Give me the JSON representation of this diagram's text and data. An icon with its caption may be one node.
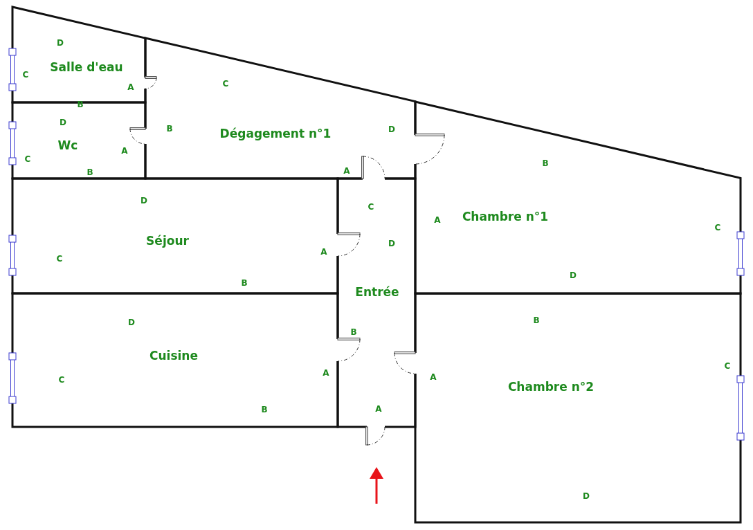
{
  "diagram": {
    "nodes": [
      {
        "text": [
          "Salle d'eau"
        ]
      },
      {
        "text": [
          "Wc"
        ]
      },
      {
        "text": [
          "Dégagement n°1"
        ]
      },
      {
        "text": [
          "Chambre n°1"
        ]
      },
      {
        "text": [
          "Séjour"
        ]
      },
      {
        "text": [
          "Entrée"
        ]
      },
      {
        "text": [
          "Cuisine"
        ]
      },
      {
        "text": [
          "Chambre n°2"
        ]
      }
    ],
    "labels": [
      "D",
      "C",
      "A",
      "C",
      "B",
      "D",
      "D",
      "B",
      "A",
      "B",
      "C",
      "A",
      "B",
      "D",
      "C",
      "A",
      "C",
      "D",
      "A",
      "C",
      "D",
      "B",
      "B",
      "D",
      "B",
      "C",
      "A",
      "A",
      "C",
      "A",
      "B",
      "D"
    ]
  }
}
